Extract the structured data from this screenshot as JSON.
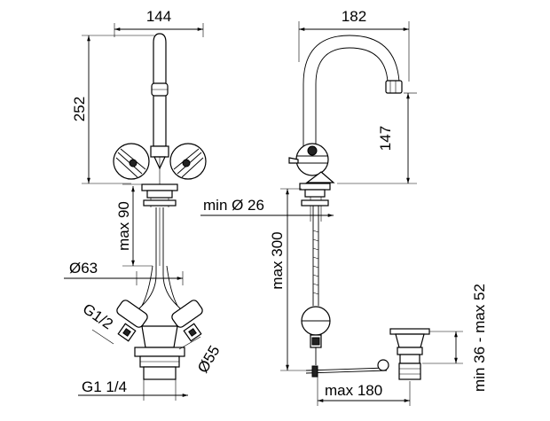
{
  "dimensions": {
    "width_front": "144",
    "height_front": "252",
    "max_under_front": "max 90",
    "dia_63": "Ø63",
    "g12": "G1/2",
    "dia_55": "Ø55",
    "g114": "G1 1/4",
    "width_side": "182",
    "spout_height": "147",
    "min_dia_26": "min Ø 26",
    "max_300": "max 300",
    "max_180": "max 180",
    "min_max_waste": "min 36 - max 52"
  }
}
